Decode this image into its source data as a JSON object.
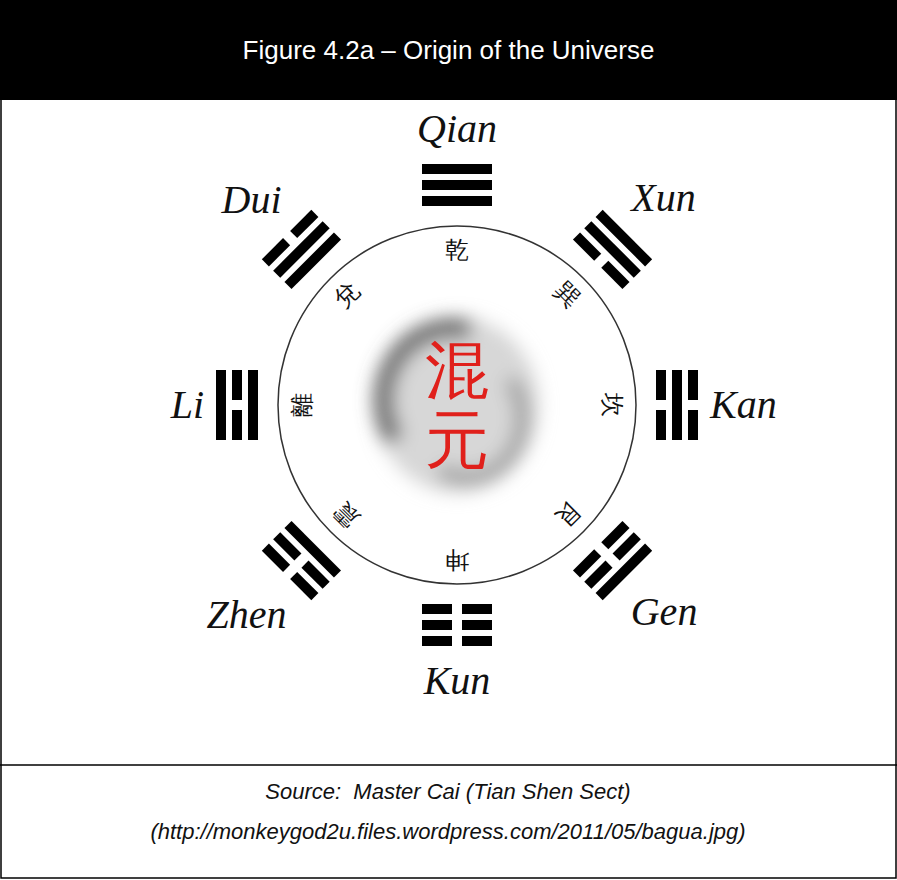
{
  "diagram": {
    "title": "Figure 4.2a – Origin of the Universe",
    "caption": "Source:  Master Cai (Tian Shen Sect) (http://monkeygod2u.files.wordpress.com/2011/05/bagua.jpg)",
    "nodes": [
      {
        "text": [
          "乾",
          "巽",
          "坎",
          "艮",
          "坤",
          "震",
          "離",
          "兌",
          "混元"
        ]
      }
    ],
    "labels": [
      "Qian",
      "Xun",
      "Kan",
      "Gen",
      "Kun",
      "Zhen",
      "Li",
      "Dui"
    ]
  }
}
